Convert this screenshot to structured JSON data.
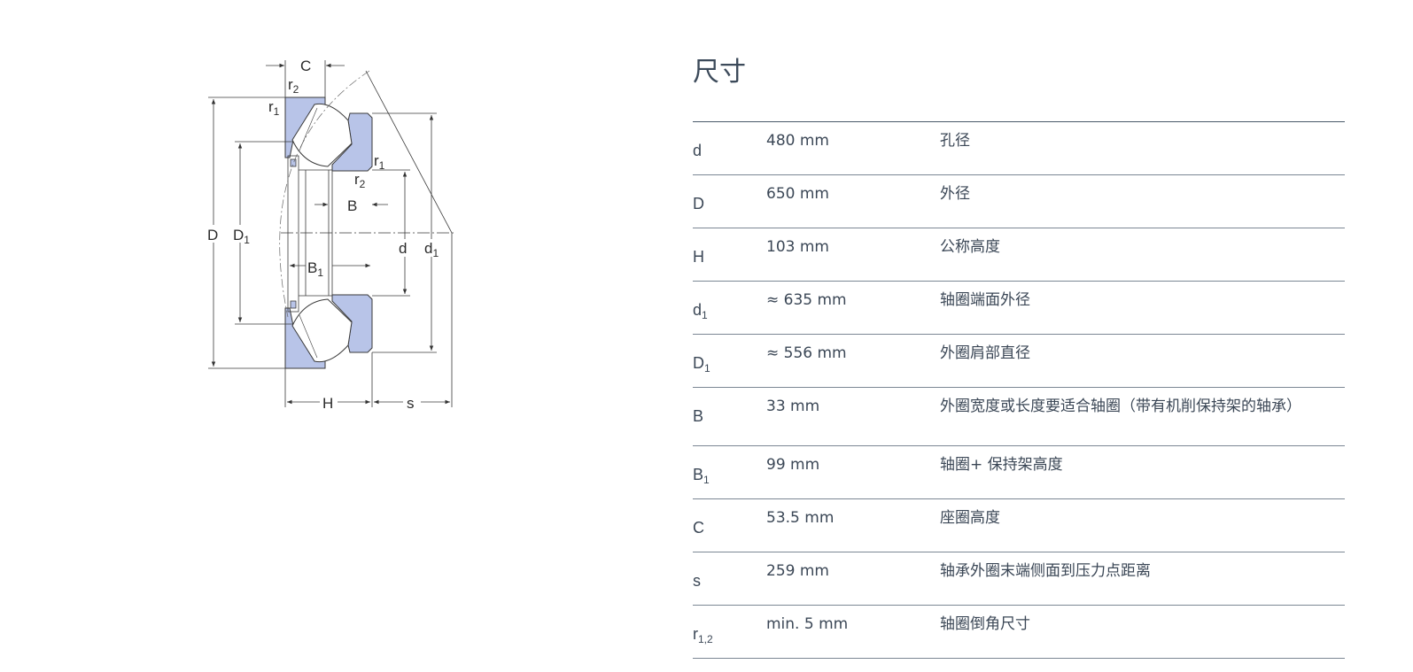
{
  "drawing_labels": {
    "C": "C",
    "r2_top": "r",
    "r2_top_sub": "2",
    "r1_top": "r",
    "r1_top_sub": "1",
    "r1_right": "r",
    "r1_right_sub": "1",
    "r2_right": "r",
    "r2_right_sub": "2",
    "B": "B",
    "B1": "B",
    "B1_sub": "1",
    "D": "D",
    "D1": "D",
    "D1_sub": "1",
    "d": "d",
    "d1": "d",
    "d1_sub": "1",
    "H": "H",
    "s": "s"
  },
  "colors": {
    "section_fill": "#b8c4e8",
    "line": "#3a3a3a",
    "table_border": "#7b8794",
    "text": "#3b4756"
  },
  "section": {
    "title": "尺寸"
  },
  "dimensions": [
    {
      "symbol": "d",
      "sub": "",
      "value": "480 mm",
      "description": "孔径"
    },
    {
      "symbol": "D",
      "sub": "",
      "value": "650 mm",
      "description": "外径"
    },
    {
      "symbol": "H",
      "sub": "",
      "value": "103 mm",
      "description": "公称高度"
    },
    {
      "symbol": "d",
      "sub": "1",
      "value": "≈ 635 mm",
      "description": "轴圈端面外径"
    },
    {
      "symbol": "D",
      "sub": "1",
      "value": "≈ 556 mm",
      "description": "外圈肩部直径"
    },
    {
      "symbol": "B",
      "sub": "",
      "value": "33 mm",
      "description": "外圈宽度或长度要适合轴圈（带有机削保持架的轴承）"
    },
    {
      "symbol": "B",
      "sub": "1",
      "value": "99 mm",
      "description": "轴圈+ 保持架高度"
    },
    {
      "symbol": "C",
      "sub": "",
      "value": "53.5 mm",
      "description": "座圈高度"
    },
    {
      "symbol": "s",
      "sub": "",
      "value": "259 mm",
      "description": "轴承外圈末端侧面到压力点距离"
    },
    {
      "symbol": "r",
      "sub": "1,2",
      "value": "min. 5 mm",
      "description": "轴圈倒角尺寸"
    }
  ]
}
